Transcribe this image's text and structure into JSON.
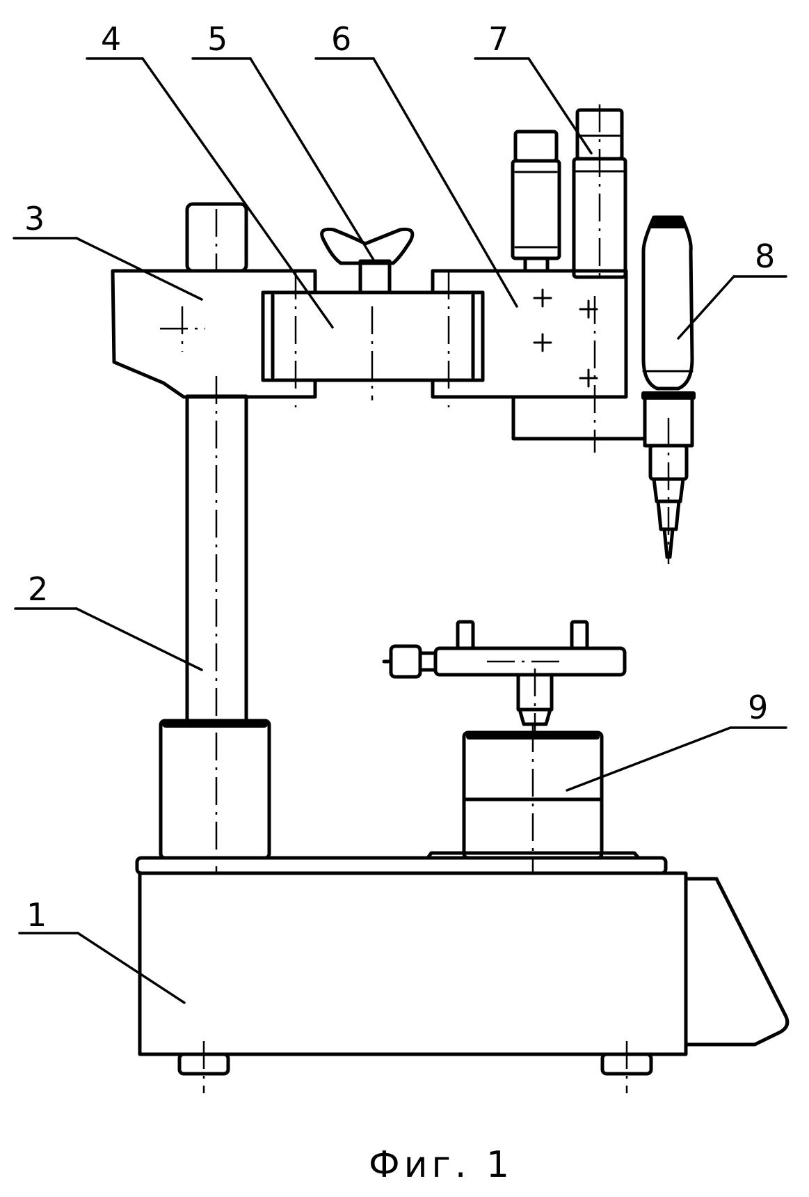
{
  "callouts": [
    {
      "id": "1",
      "label": "1"
    },
    {
      "id": "2",
      "label": "2"
    },
    {
      "id": "3",
      "label": "3"
    },
    {
      "id": "4",
      "label": "4"
    },
    {
      "id": "5",
      "label": "5"
    },
    {
      "id": "6",
      "label": "6"
    },
    {
      "id": "7",
      "label": "7"
    },
    {
      "id": "8",
      "label": "8"
    },
    {
      "id": "9",
      "label": "9"
    }
  ],
  "caption": "Фиг. 1"
}
